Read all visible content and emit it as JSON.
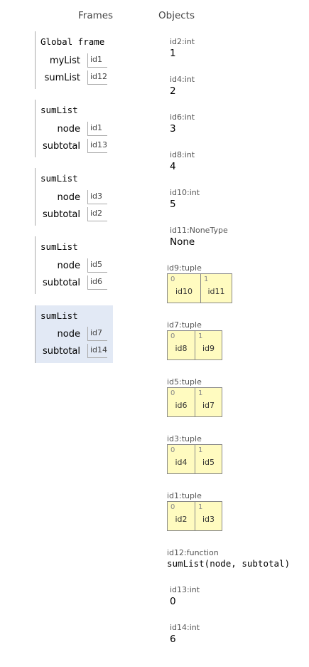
{
  "headers": {
    "frames": "Frames",
    "objects": "Objects"
  },
  "frames": [
    {
      "title": "Global frame",
      "vars": [
        {
          "name": "myList",
          "ref": "id1"
        },
        {
          "name": "sumList",
          "ref": "id12"
        }
      ]
    },
    {
      "title": "sumList",
      "vars": [
        {
          "name": "node",
          "ref": "id1"
        },
        {
          "name": "subtotal",
          "ref": "id13"
        }
      ]
    },
    {
      "title": "sumList",
      "vars": [
        {
          "name": "node",
          "ref": "id3"
        },
        {
          "name": "subtotal",
          "ref": "id2"
        }
      ]
    },
    {
      "title": "sumList",
      "vars": [
        {
          "name": "node",
          "ref": "id5"
        },
        {
          "name": "subtotal",
          "ref": "id6"
        }
      ]
    },
    {
      "title": "sumList",
      "vars": [
        {
          "name": "node",
          "ref": "id7"
        },
        {
          "name": "subtotal",
          "ref": "id14"
        }
      ]
    }
  ],
  "objects": {
    "id2": {
      "label": "id2:int",
      "value": "1"
    },
    "id4": {
      "label": "id4:int",
      "value": "2"
    },
    "id6": {
      "label": "id6:int",
      "value": "3"
    },
    "id8": {
      "label": "id8:int",
      "value": "4"
    },
    "id10": {
      "label": "id10:int",
      "value": "5"
    },
    "id11": {
      "label": "id11:NoneType",
      "value": "None"
    },
    "id9": {
      "label": "id9:tuple",
      "cells": [
        {
          "index": "0",
          "value": "id10"
        },
        {
          "index": "1",
          "value": "id11"
        }
      ]
    },
    "id7": {
      "label": "id7:tuple",
      "cells": [
        {
          "index": "0",
          "value": "id8"
        },
        {
          "index": "1",
          "value": "id9"
        }
      ]
    },
    "id5": {
      "label": "id5:tuple",
      "cells": [
        {
          "index": "0",
          "value": "id6"
        },
        {
          "index": "1",
          "value": "id7"
        }
      ]
    },
    "id3": {
      "label": "id3:tuple",
      "cells": [
        {
          "index": "0",
          "value": "id4"
        },
        {
          "index": "1",
          "value": "id5"
        }
      ]
    },
    "id1": {
      "label": "id1:tuple",
      "cells": [
        {
          "index": "0",
          "value": "id2"
        },
        {
          "index": "1",
          "value": "id3"
        }
      ]
    },
    "id12": {
      "label": "id12:function",
      "value": "sumList(node, subtotal)"
    },
    "id13": {
      "label": "id13:int",
      "value": "0"
    },
    "id14": {
      "label": "id14:int",
      "value": "6"
    }
  }
}
